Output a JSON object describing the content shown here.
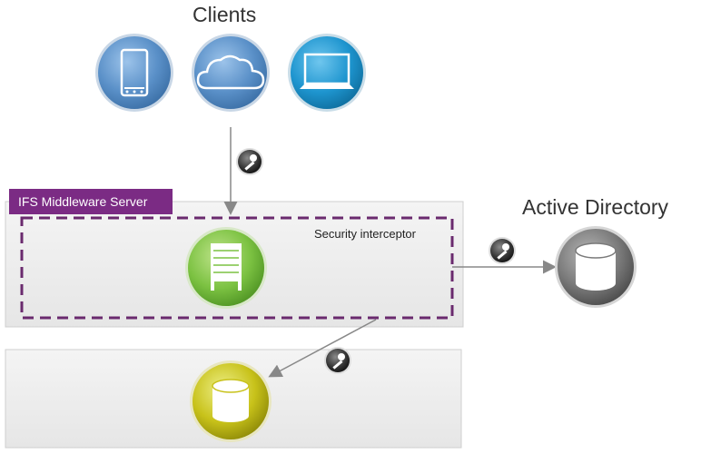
{
  "titles": {
    "clients": "Clients",
    "active_directory": "Active Directory"
  },
  "server": {
    "name": "IFS Middleware Server",
    "interceptor": "Security interceptor"
  },
  "icons": {
    "clients": [
      "mobile-icon",
      "cloud-icon",
      "laptop-icon"
    ],
    "server": "server-rack-icon",
    "directory": "database-icon",
    "database": "database-icon",
    "key": "key-icon"
  },
  "colors": {
    "server_tag": "#7b2b84",
    "dashed_border": "#6a2a6e",
    "server_node": "#7cc242",
    "directory_node": "#707070",
    "database_node": "#c8c21a",
    "client_mobile": "#4f86bf",
    "client_cloud": "#4f86bf",
    "client_laptop": "#1d8fc8",
    "panel": "#eeeeee",
    "arrow": "#888888"
  }
}
